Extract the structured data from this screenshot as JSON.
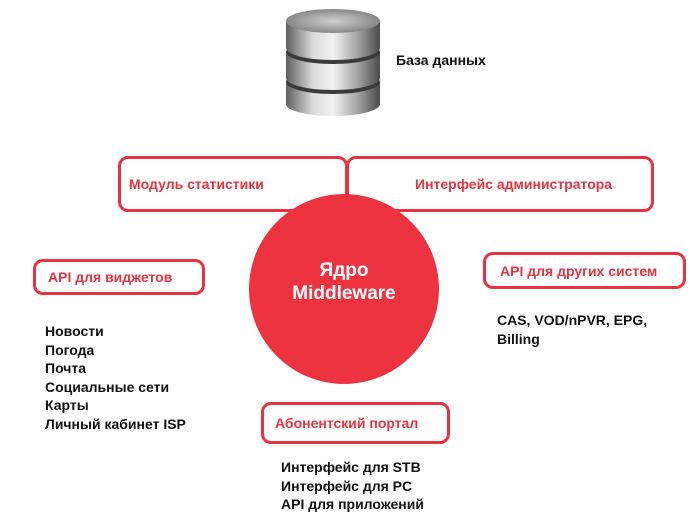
{
  "database": {
    "icon": "database-icon",
    "label": "База данных"
  },
  "modules": {
    "stats": "Модуль статистики",
    "admin": "Интерфейс администратора"
  },
  "core": {
    "line1": "Ядро",
    "line2": "Middleware"
  },
  "widgets_api": {
    "label": "API для виджетов",
    "items": [
      "Новости",
      "Погода",
      "Почта",
      "Социальные сети",
      "Карты",
      "Личный кабинет ISP"
    ]
  },
  "other_api": {
    "label": "API для других систем",
    "line1": "CAS, VOD/nPVR, EPG,",
    "line2": "Billing"
  },
  "portal": {
    "label": "Абонентский портал",
    "items": [
      "Интерфейс для STB",
      "Интерфейс для PC",
      "API для приложений"
    ]
  },
  "colors": {
    "accent": "#e8323f",
    "core_fill": "#ed3340",
    "text": "#111111"
  }
}
